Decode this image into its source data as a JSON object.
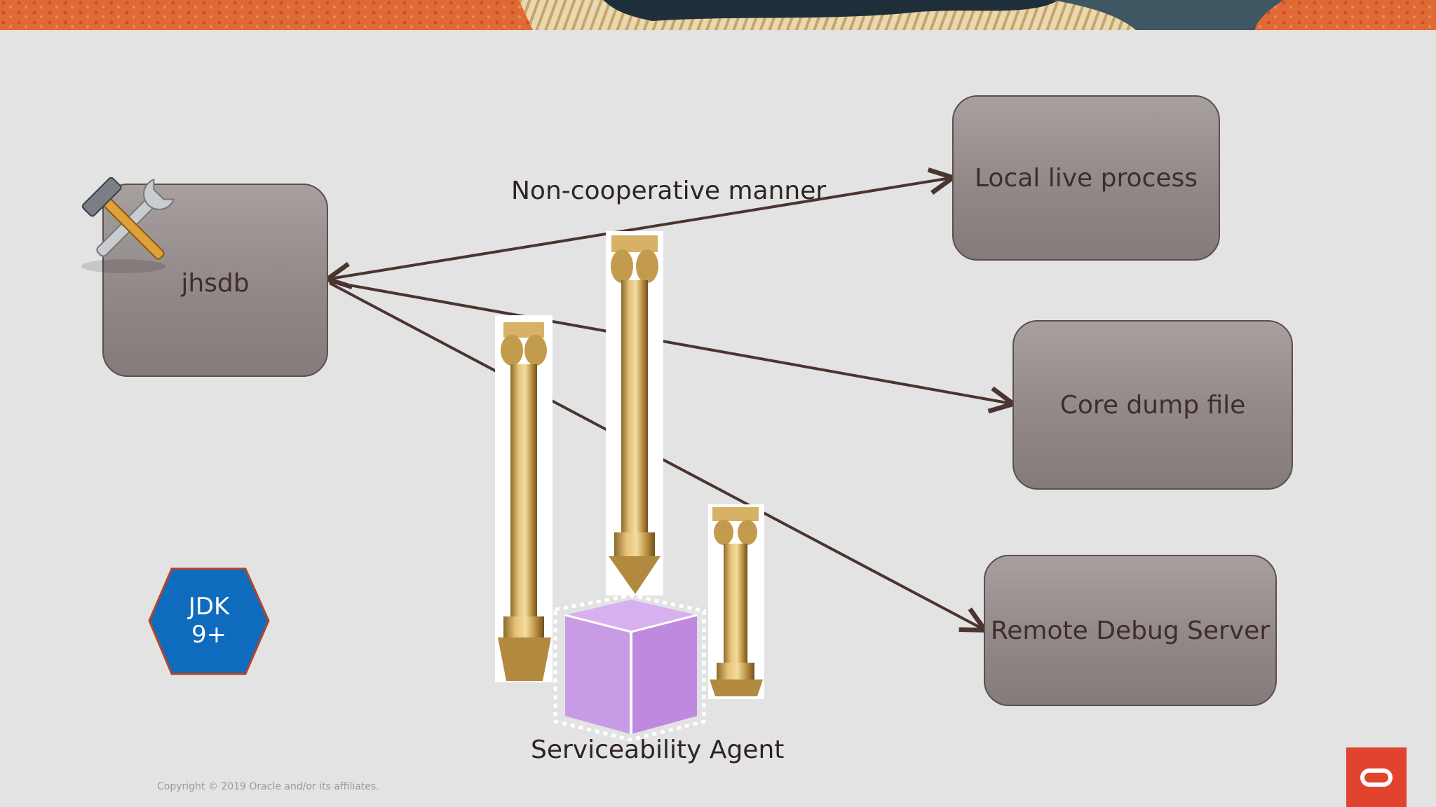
{
  "nodes": {
    "jhsdb": "jhsdb",
    "local": "Local live process",
    "core": "Core dump file",
    "remote": "Remote Debug Server",
    "agent": "Serviceability Agent"
  },
  "edges": {
    "local_label": "Non-cooperative manner"
  },
  "badge": {
    "line1": "JDK",
    "line2": "9+"
  },
  "footer": {
    "copyright": "Copyright © 2019 Oracle and/or its affiliates."
  },
  "colors": {
    "accent_orange": "#e06a36",
    "box_fill": "#958c8b",
    "arrow": "#4a3530",
    "hexagon": "#0f6bbd",
    "cube": "#c89be6",
    "oracle_red": "#e1432f"
  },
  "icons": [
    "tools-icon",
    "column-icon",
    "cube-icon",
    "oracle-logo-icon"
  ]
}
